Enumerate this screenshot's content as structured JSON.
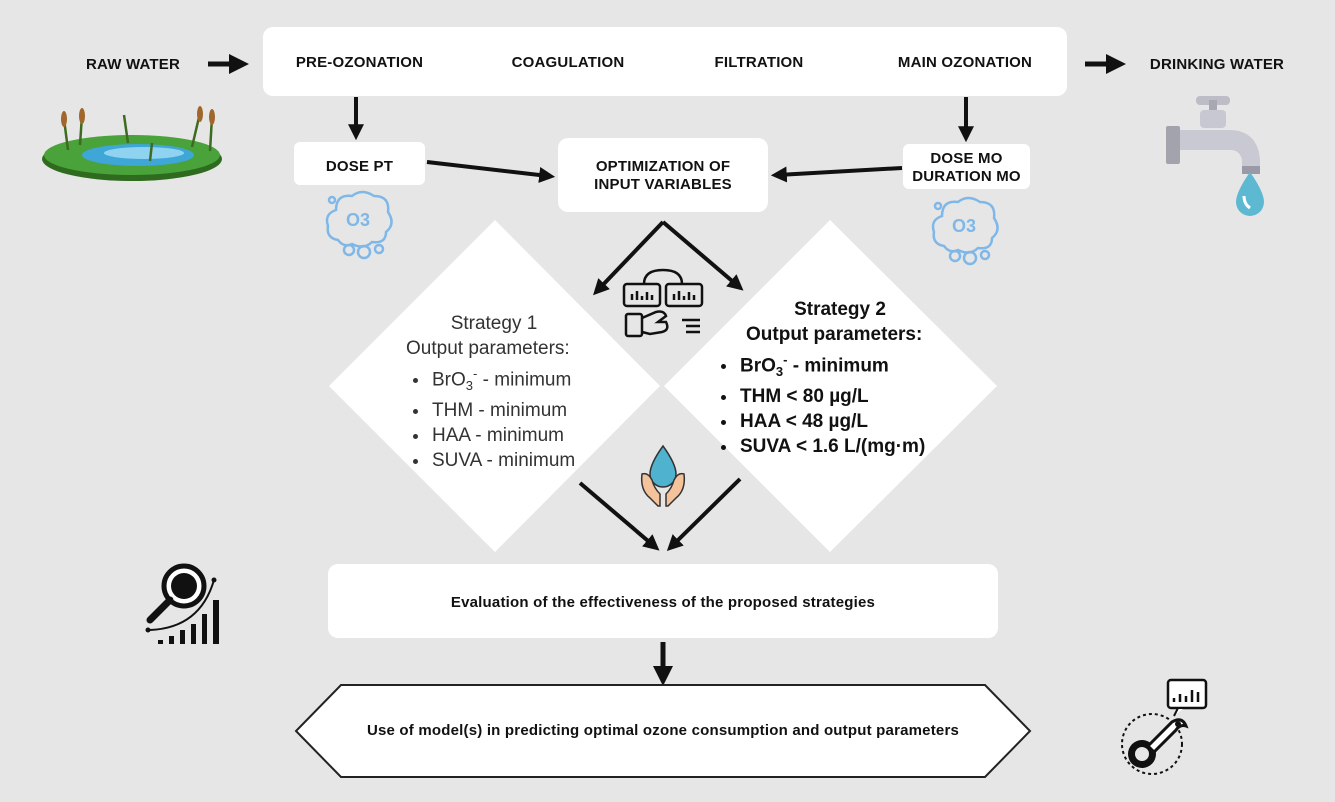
{
  "flow": {
    "raw_water": "RAW WATER",
    "pre_ozonation": "PRE-OZONATION",
    "coagulation": "COAGULATION",
    "filtration": "FILTRATION",
    "main_ozonation": "MAIN OZONATION",
    "drinking_water": "DRINKING WATER"
  },
  "inputs": {
    "dose_pt": "DOSE PT",
    "dose_mo": "DOSE MO",
    "duration_mo": "DURATION MO",
    "optimization_line1": "OPTIMIZATION OF",
    "optimization_line2": "INPUT VARIABLES",
    "ozone_symbol": "O3"
  },
  "strategy1": {
    "title": "Strategy 1",
    "subtitle": "Output parameters:",
    "items": [
      {
        "pre": "BrO",
        "sub": "3",
        "sup": "-",
        "post": " - minimum"
      },
      {
        "pre": "THM - minimum",
        "sub": "",
        "sup": "",
        "post": ""
      },
      {
        "pre": "HAA - minimum",
        "sub": "",
        "sup": "",
        "post": ""
      },
      {
        "pre": "SUVA - minimum",
        "sub": "",
        "sup": "",
        "post": ""
      }
    ]
  },
  "strategy2": {
    "title": "Strategy 2",
    "subtitle": "Output parameters:",
    "items": [
      {
        "pre": "BrO",
        "sub": "3",
        "sup": "-",
        "post": " - minimum"
      },
      {
        "pre": "THM < 80 µg/L",
        "sub": "",
        "sup": "",
        "post": ""
      },
      {
        "pre": "HAA < 48 µg/L",
        "sub": "",
        "sup": "",
        "post": ""
      },
      {
        "pre": "SUVA < 1.6 L/(mg·m)",
        "sub": "",
        "sup": "",
        "post": ""
      }
    ]
  },
  "evaluation": "Evaluation of the effectiveness of the proposed strategies",
  "model_use": "Use of model(s) in predicting optimal ozone consumption and output parameters",
  "colors": {
    "background": "#e6e6e6",
    "box": "#ffffff",
    "arrow": "#111111",
    "ozone_blue": "#7fb8e8",
    "water_blue": "#4fb3cf",
    "pond_green": "#3a8a2e"
  }
}
